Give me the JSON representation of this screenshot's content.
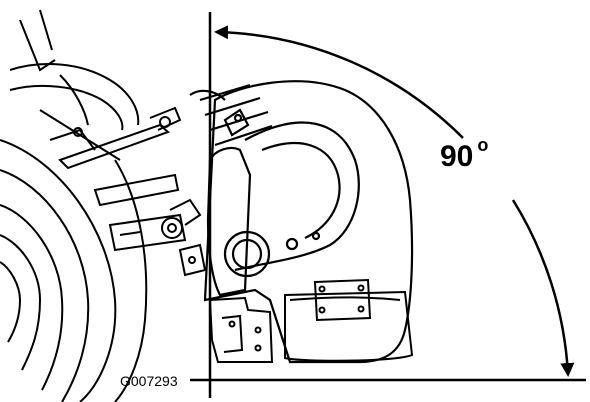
{
  "figure": {
    "angle_label": {
      "value": "90",
      "unit_symbol": "o"
    },
    "reference_id": "G007293",
    "line_color": "#000000",
    "background": "#ffffff"
  }
}
